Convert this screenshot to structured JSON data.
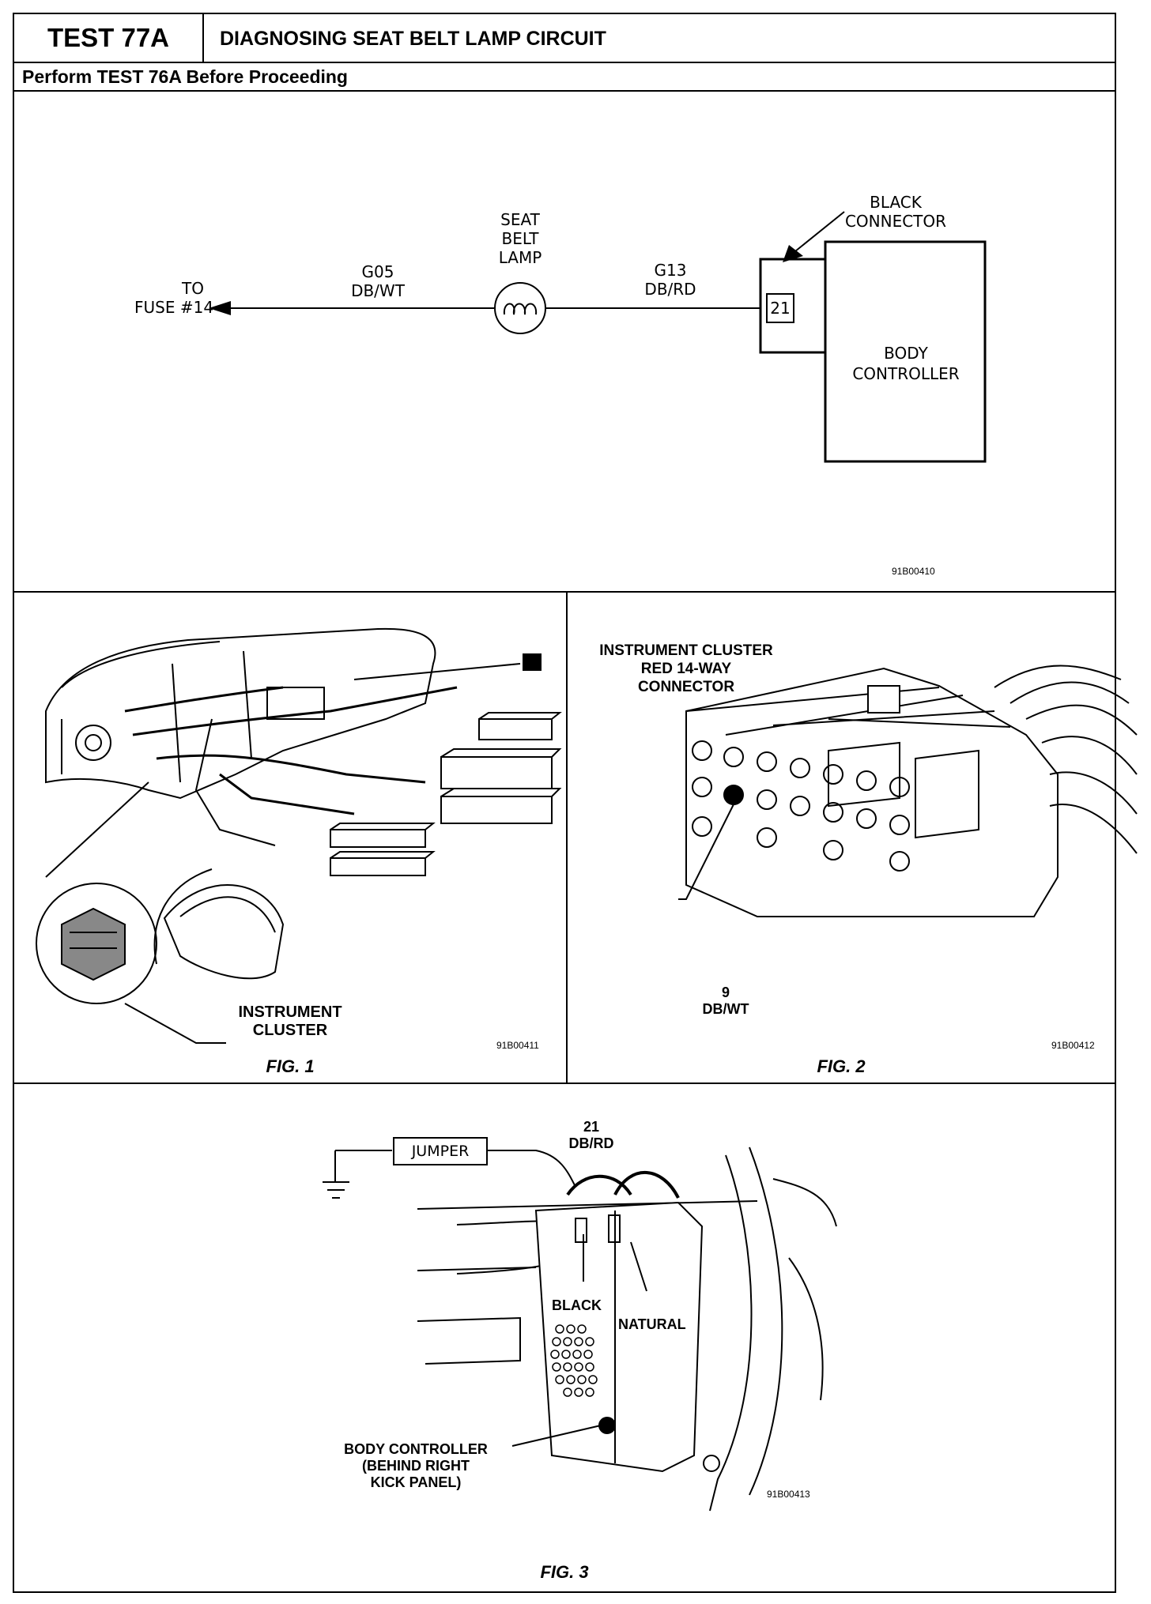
{
  "header": {
    "test_number": "TEST 77A",
    "title": "DIAGNOSING SEAT BELT LAMP CIRCUIT",
    "prerequisite": "Perform TEST 76A Before Proceeding"
  },
  "schematic": {
    "to_fuse_line1": "TO",
    "to_fuse_line2": "FUSE #14",
    "wire1_circuit": "G05",
    "wire1_color": "DB/WT",
    "lamp_line1": "SEAT",
    "lamp_line2": "BELT",
    "lamp_line3": "LAMP",
    "wire2_circuit": "G13",
    "wire2_color": "DB/RD",
    "connector_line1": "BLACK",
    "connector_line2": "CONNECTOR",
    "pin": "21",
    "module_line1": "BODY",
    "module_line2": "CONTROLLER",
    "code": "91B00410"
  },
  "fig1": {
    "callout_line1": "INSTRUMENT",
    "callout_line2": "CLUSTER",
    "code": "91B00411",
    "label": "FIG. 1"
  },
  "fig2": {
    "title_line1": "INSTRUMENT CLUSTER",
    "title_line2": "RED 14-WAY",
    "title_line3": "CONNECTOR",
    "pin_number": "9",
    "pin_color": "DB/WT",
    "code": "91B00412",
    "label": "FIG. 2"
  },
  "fig3": {
    "jumper": "JUMPER",
    "pin_number": "21",
    "pin_color": "DB/RD",
    "black": "BLACK",
    "natural": "NATURAL",
    "callout_line1": "BODY CONTROLLER",
    "callout_line2": "(BEHIND RIGHT",
    "callout_line3": "KICK PANEL)",
    "code": "91B00413",
    "label": "FIG. 3"
  }
}
